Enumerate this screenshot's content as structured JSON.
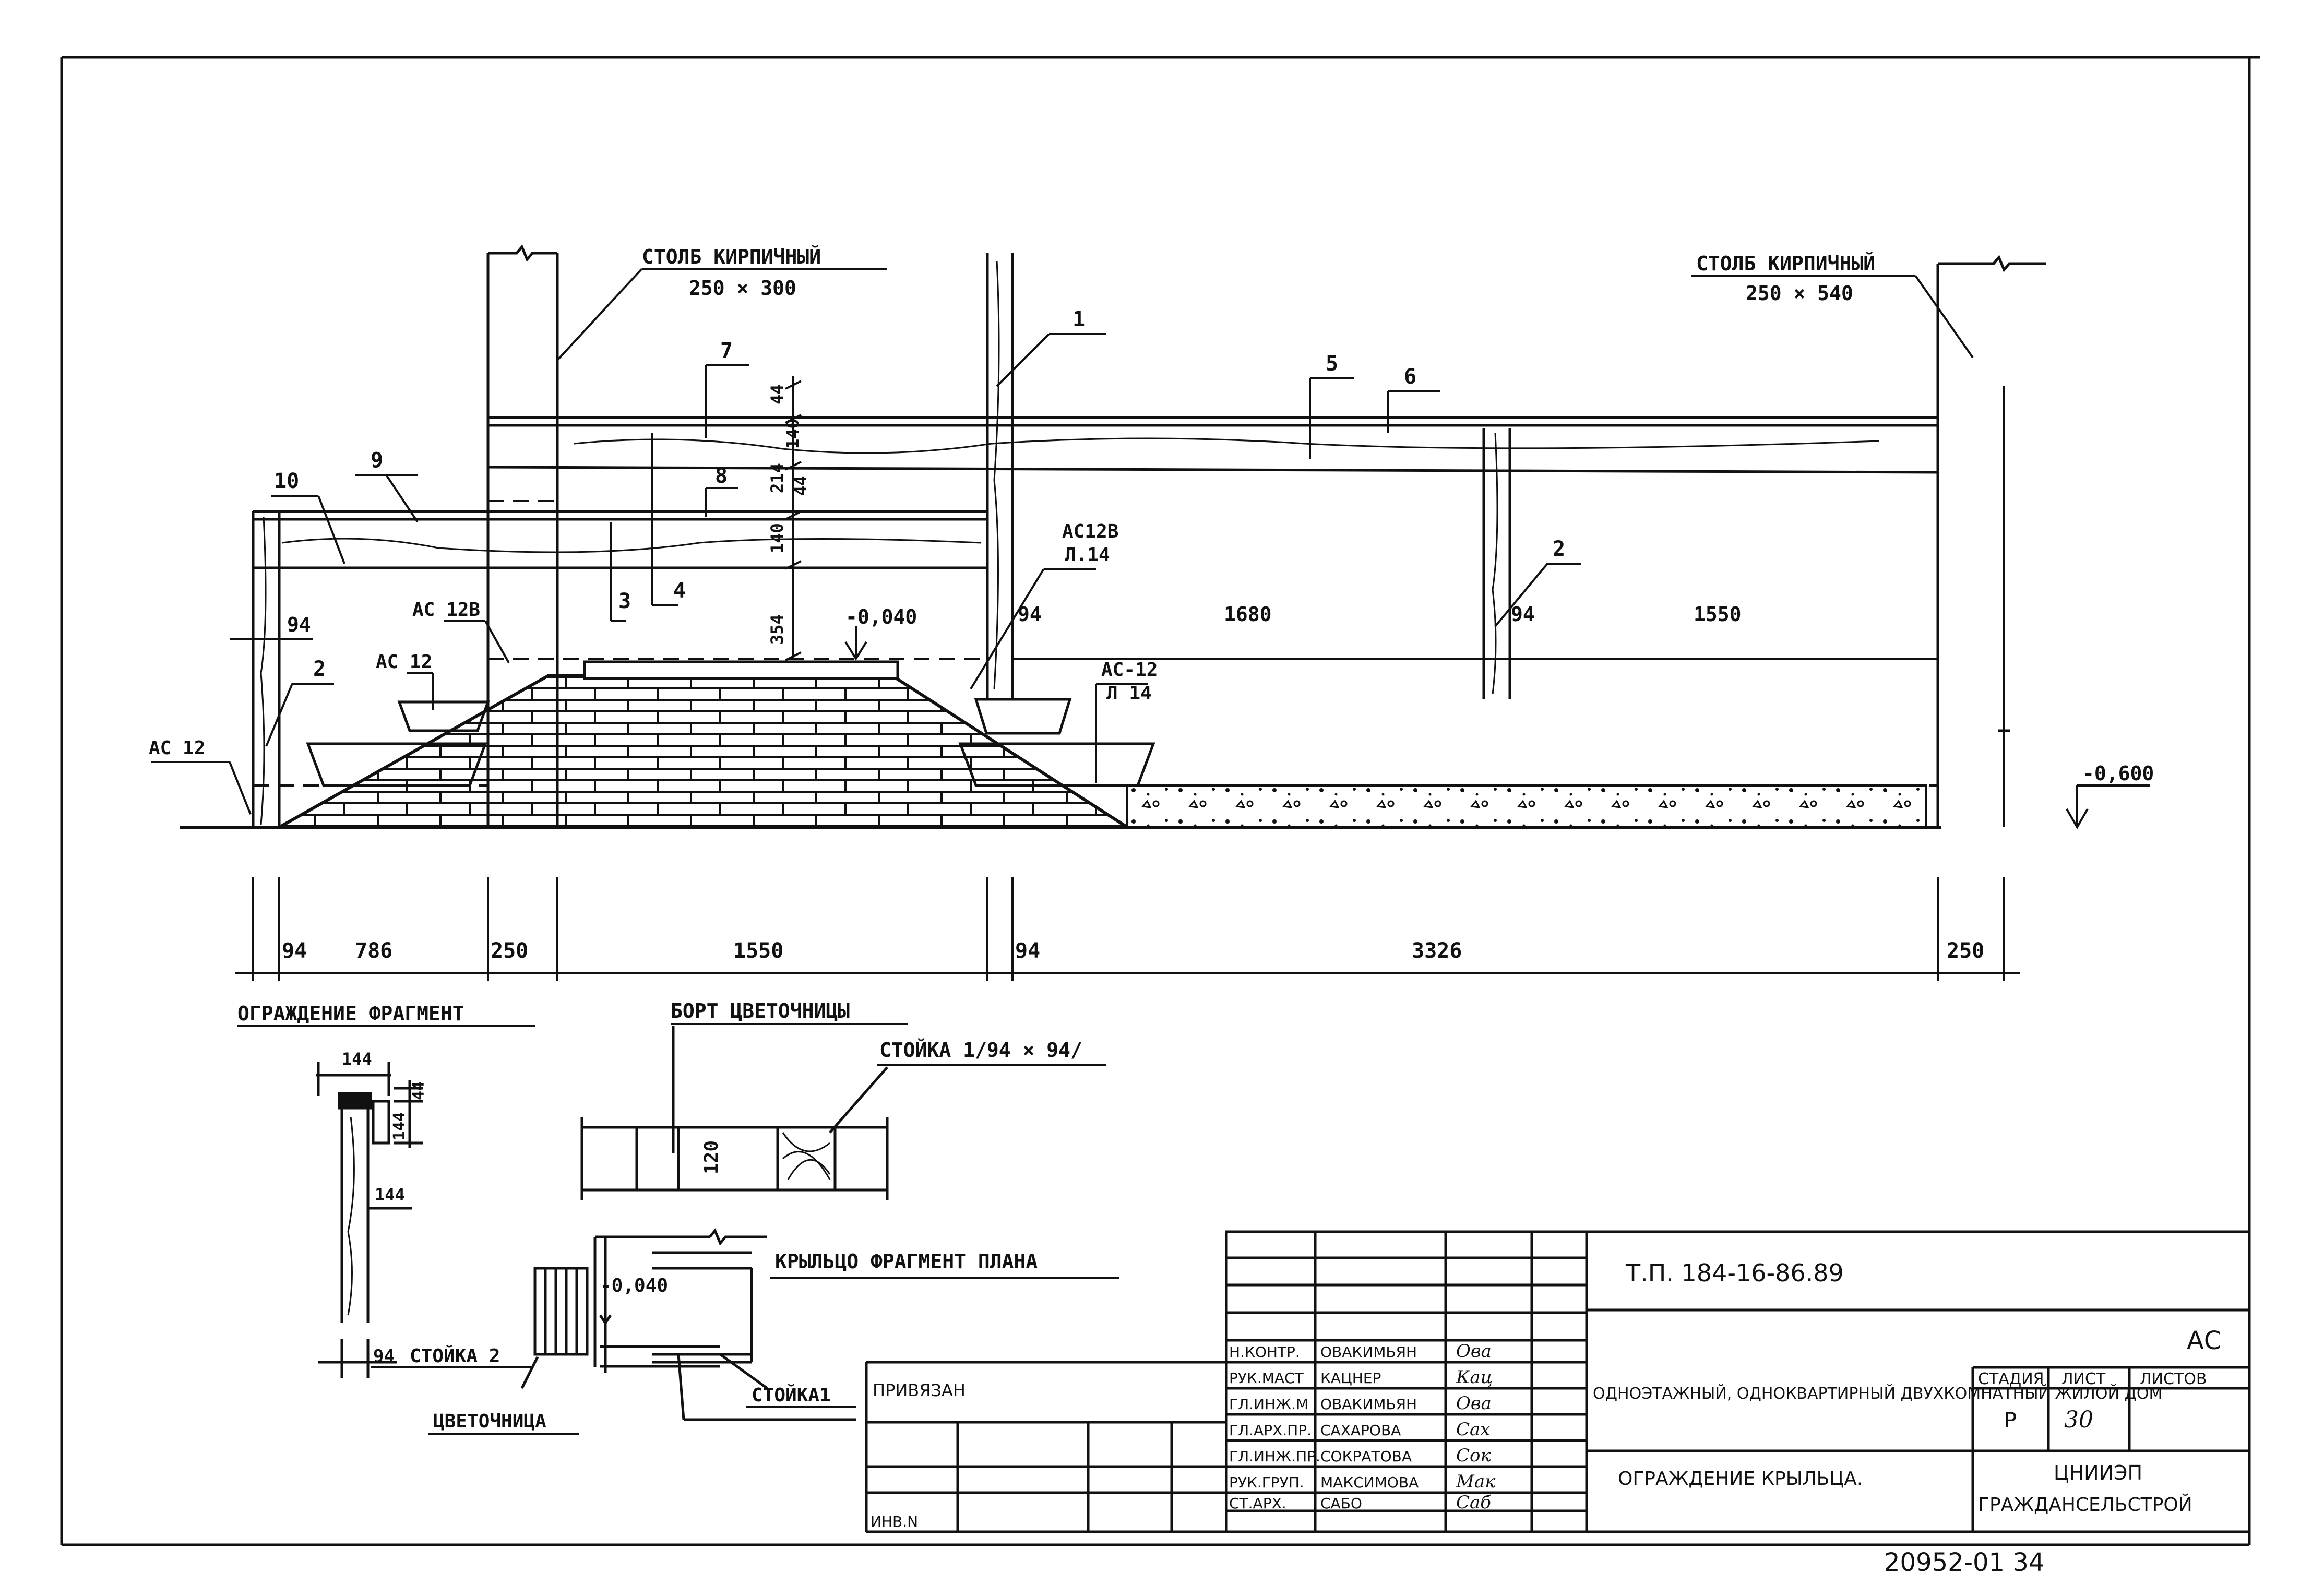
{
  "elevation": {
    "post_left": {
      "title": "СТОЛБ КИРПИЧНЫЙ",
      "size": "250 × 300"
    },
    "post_right": {
      "title": "СТОЛБ КИРПИЧНЫЙ",
      "size": "250 × 540"
    },
    "callouts": [
      "1",
      "2",
      "2",
      "3",
      "4",
      "5",
      "6",
      "7",
      "8",
      "9",
      "10"
    ],
    "member_labels": {
      "ac12b_right": "АС12В",
      "l14_right": "Л.14",
      "ac12b_left": "АС 12В",
      "ac12_left": "АС 12",
      "ac12_far_left": "АС 12",
      "ac12_mid": "АС-12",
      "l14_mid": "Л 14"
    },
    "levels": {
      "top": "-0,040",
      "ground": "-0,600"
    },
    "dims_vertical": [
      "44",
      "214",
      "140",
      "44",
      "140",
      "354"
    ],
    "dims_mid": [
      "94",
      "1680",
      "94",
      "1550",
      "94"
    ],
    "dims_bottom": [
      "94",
      "786",
      "250",
      "1550",
      "94",
      "3326",
      "250"
    ]
  },
  "details": {
    "railing_fragment": {
      "title": "ОГРАЖДЕНИЕ ФРАГМЕНТ",
      "dims": [
        "144",
        "44",
        "144",
        "144"
      ]
    },
    "flowerbed_border": {
      "title": "БОРТ ЦВЕТОЧНИЦЫ",
      "post": "СТОЙКА 1/94 × 94/",
      "height": "120"
    },
    "porch_plan": {
      "title": "КРЫЛЬЦО ФРАГМЕНТ ПЛАНА",
      "level": "-0,040",
      "dim": "94",
      "post2": "СТОЙКА 2",
      "post1": "СТОЙКА1",
      "flowerbed": "ЦВЕТОЧНИЦА"
    }
  },
  "title_block": {
    "code": "Т.П.  184-16-86.89",
    "section": "АС",
    "project": "ОДНОЭТАЖНЫЙ, ОДНОКВАРТИРНЫЙ ДВУХКОМНАТНЫЙ ЖИЛОЙ ДОМ",
    "drawing": "ОГРАЖДЕНИЕ КРЫЛЬЦА.",
    "headers": {
      "stage": "СТАДИЯ",
      "sheet": "ЛИСТ",
      "sheets": "ЛИСТОВ"
    },
    "stage": "Р",
    "sheet": "30",
    "org_line1": "ЦНИИЭП",
    "org_line2": "ГРАЖДАНСЕЛЬСТРОЙ",
    "privyazan": "ПРИВЯЗАН",
    "inv": "ИНВ.N",
    "staff": [
      {
        "role": "Н.КОНТР.",
        "name": "ОВАКИМЬЯН"
      },
      {
        "role": "РУК.МАСТ",
        "name": "КАЦНЕР"
      },
      {
        "role": "ГЛ.ИНЖ.М",
        "name": "ОВАКИМЬЯН"
      },
      {
        "role": "ГЛ.АРХ.ПР.",
        "name": "САХАРОВА"
      },
      {
        "role": "ГЛ.ИНЖ.ПР.",
        "name": "СОКРАТОВА"
      },
      {
        "role": "РУК.ГРУП.",
        "name": "МАКСИМОВА"
      },
      {
        "role": "СТ.АРХ.",
        "name": "САБО"
      }
    ],
    "signatures": [
      "Ова",
      "Кац",
      "Ова",
      "Сах",
      "Сок",
      "Мак",
      "Саб"
    ],
    "footer": "20952-01   34"
  }
}
